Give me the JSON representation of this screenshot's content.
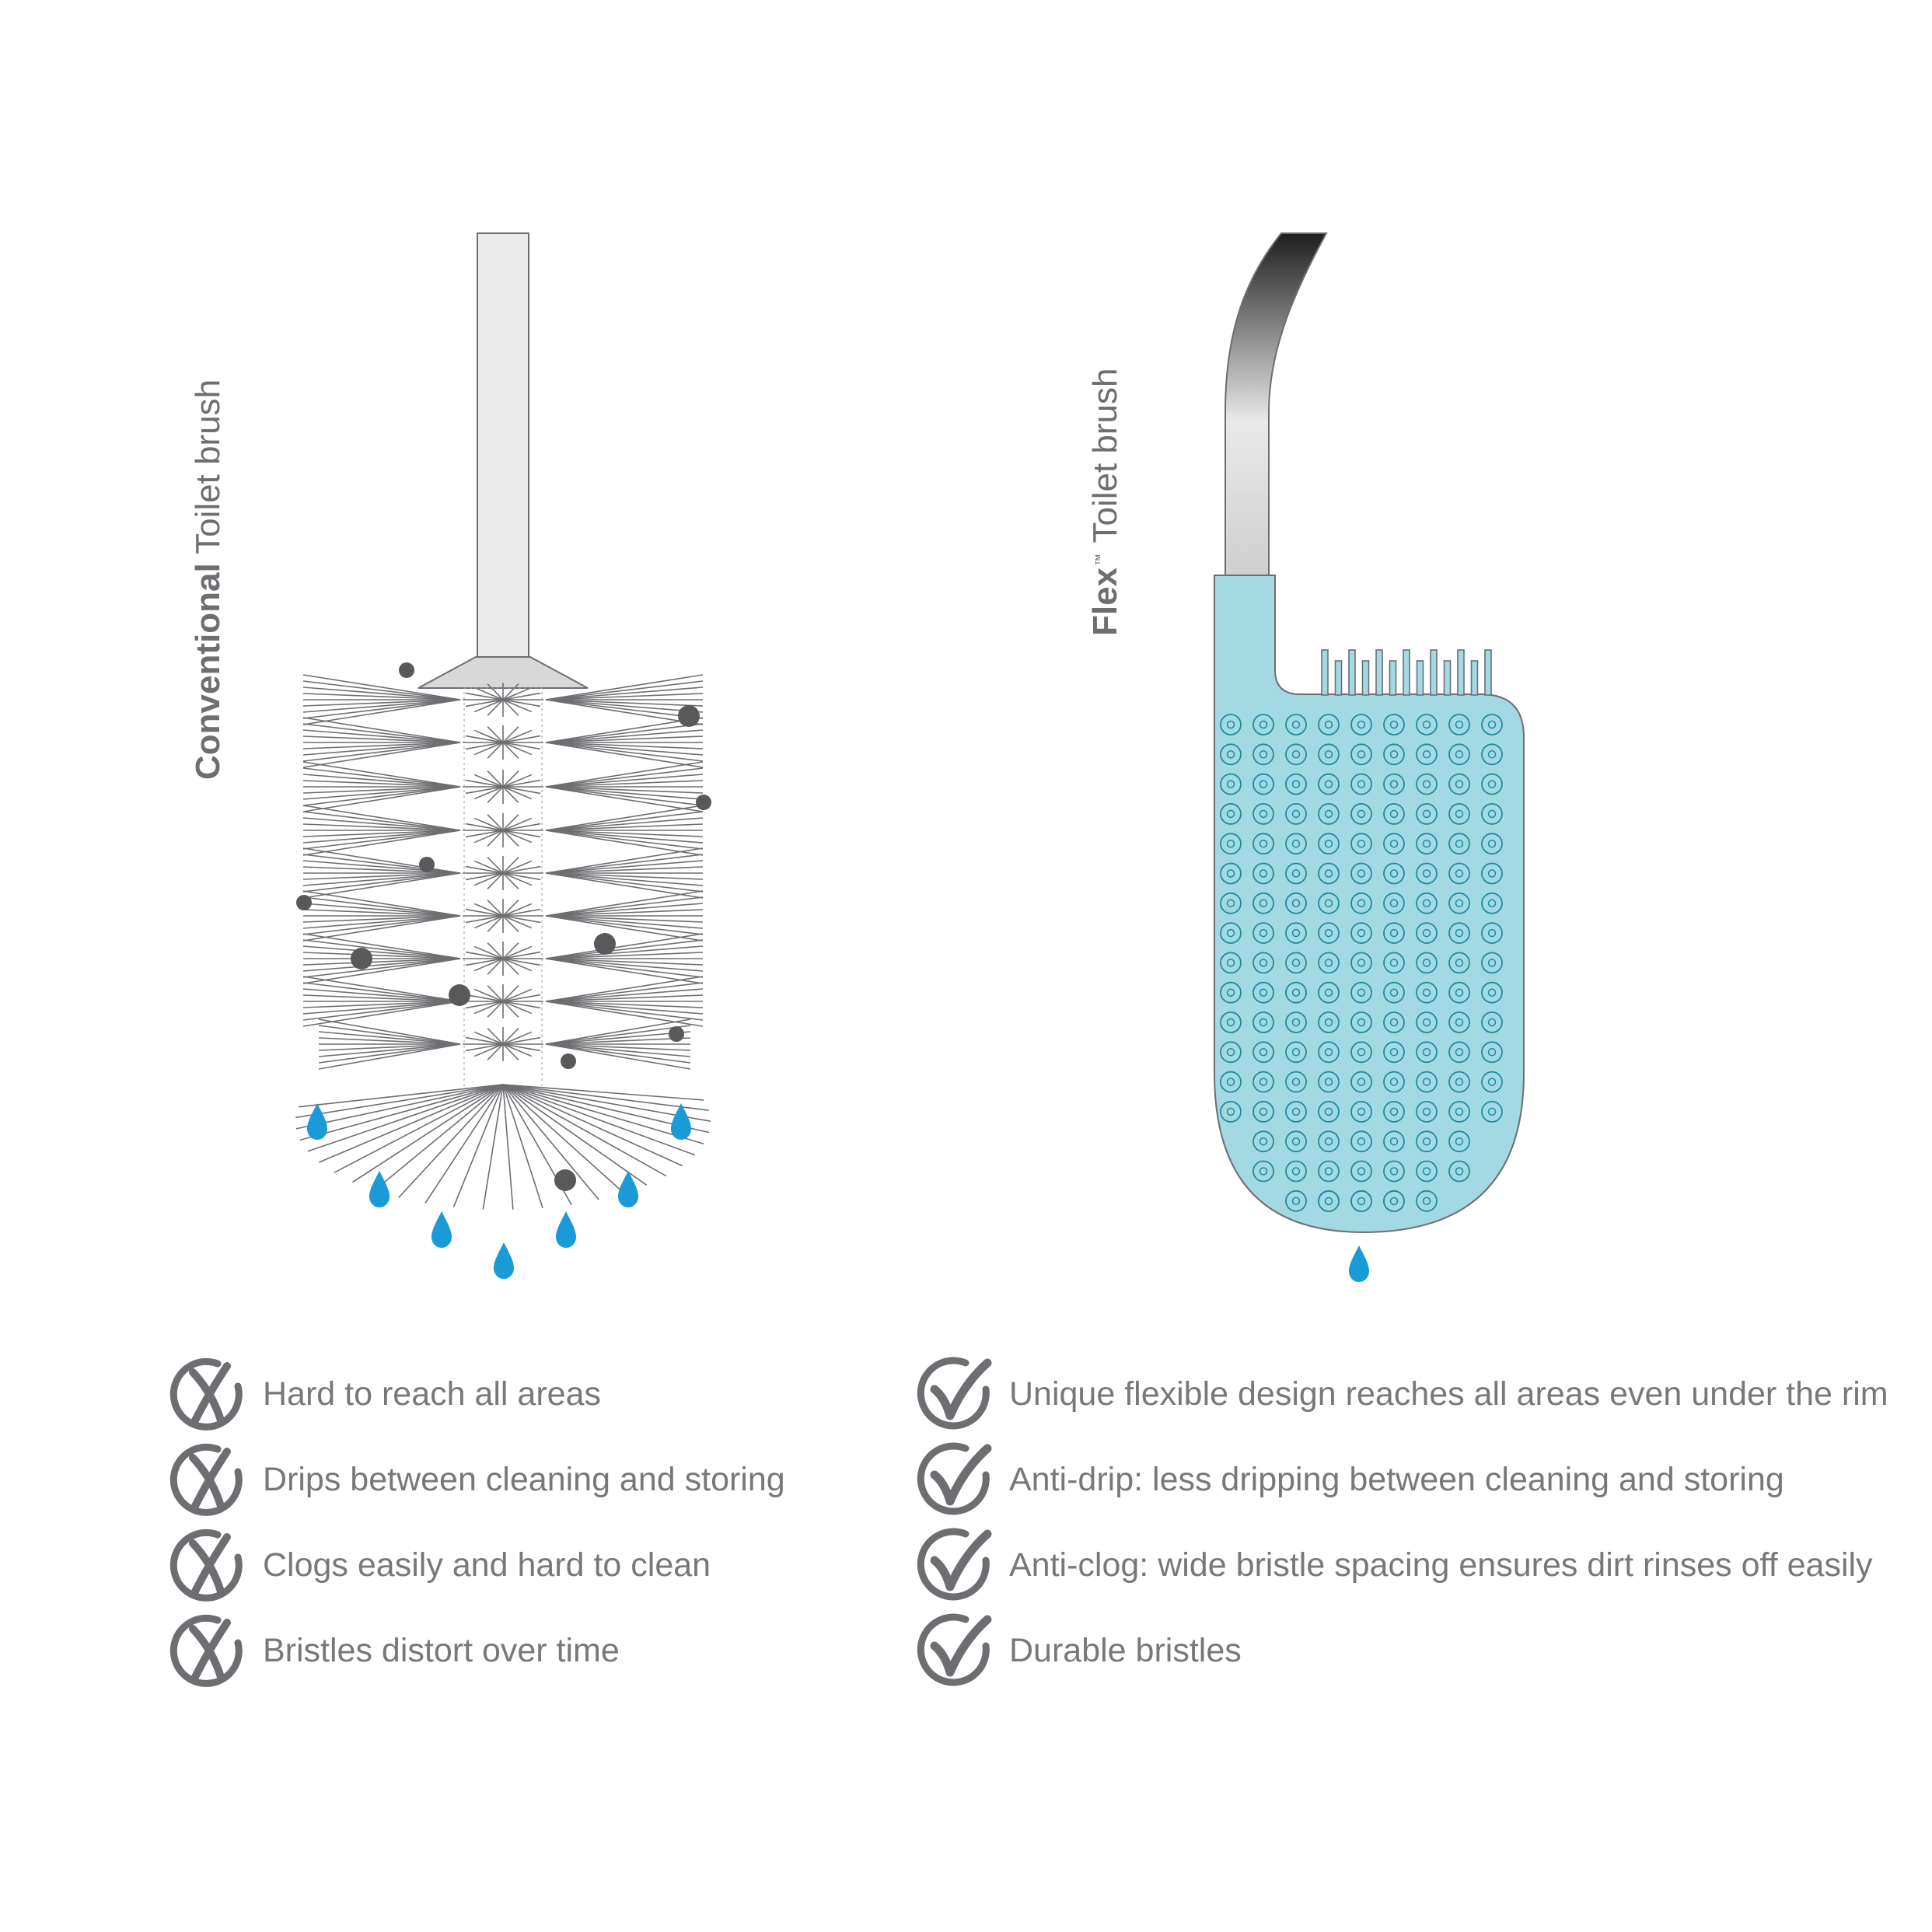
{
  "conventional": {
    "title_bold": "Conventional",
    "title_rest": "Toilet brush",
    "features": [
      {
        "text": "Hard to reach all areas",
        "icon": "cross-circle-icon"
      },
      {
        "text": "Drips between cleaning and storing",
        "icon": "cross-circle-icon"
      },
      {
        "text": "Clogs easily and hard to clean",
        "icon": "cross-circle-icon"
      },
      {
        "text": "Bristles distort over time",
        "icon": "cross-circle-icon"
      }
    ]
  },
  "flex": {
    "title_bold": "Flex",
    "trademark": "™",
    "title_rest": "Toilet brush",
    "features": [
      {
        "text": "Unique flexible design reaches all areas even under the rim",
        "icon": "check-circle-icon"
      },
      {
        "text": "Anti-drip: less dripping between cleaning and storing",
        "icon": "check-circle-icon"
      },
      {
        "text": "Anti-clog: wide bristle spacing ensures dirt rinses off easily",
        "icon": "check-circle-icon"
      },
      {
        "text": "Durable bristles",
        "icon": "check-circle-icon"
      }
    ]
  },
  "colors": {
    "text": "#77787b",
    "icon": "#6d6e71",
    "droplet": "#1a9ad6",
    "flex_head": "#a3d9e3",
    "dirt": "#58595b"
  }
}
